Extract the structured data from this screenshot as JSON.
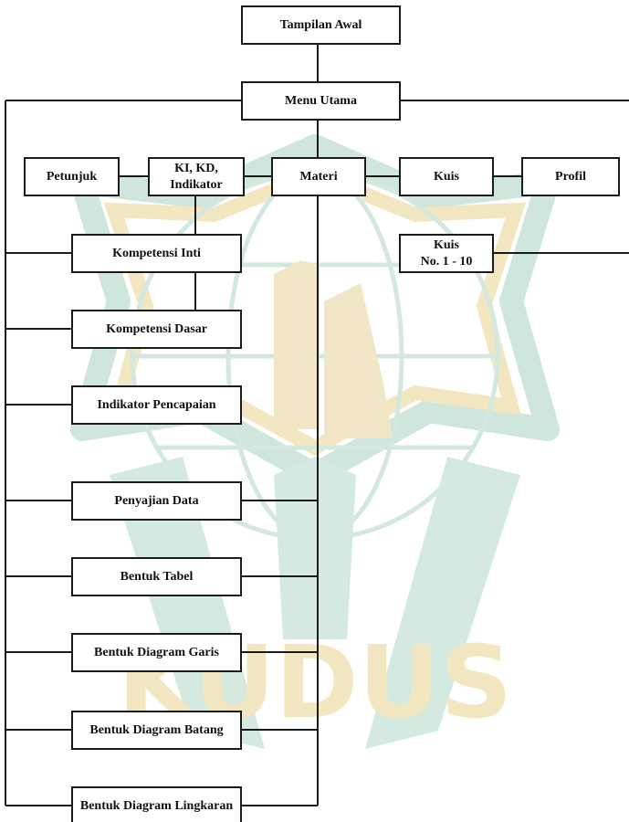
{
  "watermark": {
    "text": "KUDUS",
    "green": "#cfe6dc",
    "gold": "#f3e7c2"
  },
  "nodes": {
    "tampilan_awal": "Tampilan Awal",
    "menu_utama": "Menu Utama",
    "petunjuk": "Petunjuk",
    "ki_kd_indikator": "KI, KD,\nIndikator",
    "materi": "Materi",
    "kuis": "Kuis",
    "profil": "Profil",
    "kompetensi_inti": "Kompetensi Inti",
    "kuis_no": "Kuis\nNo. 1 - 10",
    "kompetensi_dasar": "Kompetensi Dasar",
    "indikator_pencapaian": "Indikator Pencapaian",
    "penyajian_data": "Penyajian Data",
    "bentuk_tabel": "Bentuk Tabel",
    "bentuk_diagram_garis": "Bentuk Diagram Garis",
    "bentuk_diagram_batang": "Bentuk Diagram Batang",
    "bentuk_diagram_lingkaran": "Bentuk Diagram Lingkaran"
  }
}
